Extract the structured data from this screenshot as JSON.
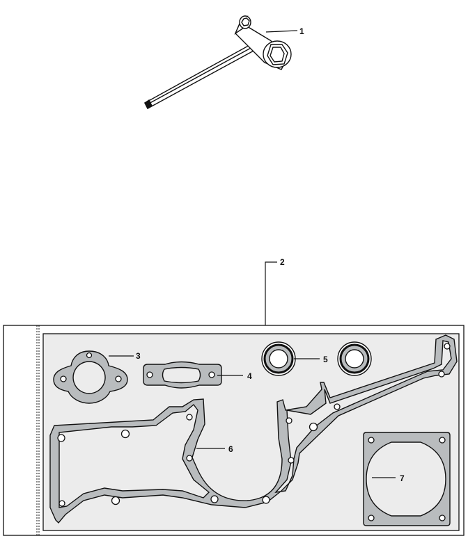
{
  "figure": {
    "callouts": [
      {
        "id": "callout-1",
        "label": "1",
        "part": "combination-wrench"
      },
      {
        "id": "callout-2",
        "label": "2",
        "part": "gasket-kit"
      },
      {
        "id": "callout-3",
        "label": "3",
        "part": "round-flange-gasket"
      },
      {
        "id": "callout-4",
        "label": "4",
        "part": "muffler-gasket"
      },
      {
        "id": "callout-5",
        "label": "5",
        "part": "oil-seals"
      },
      {
        "id": "callout-6",
        "label": "6",
        "part": "crankcase-gasket"
      },
      {
        "id": "callout-7",
        "label": "7",
        "part": "cylinder-base-gasket"
      }
    ],
    "colors": {
      "line": "#111111",
      "gasket_fill": "#b9bcbe",
      "kit_background": "#ececec",
      "kit_backing": "#f8f8f8"
    }
  }
}
